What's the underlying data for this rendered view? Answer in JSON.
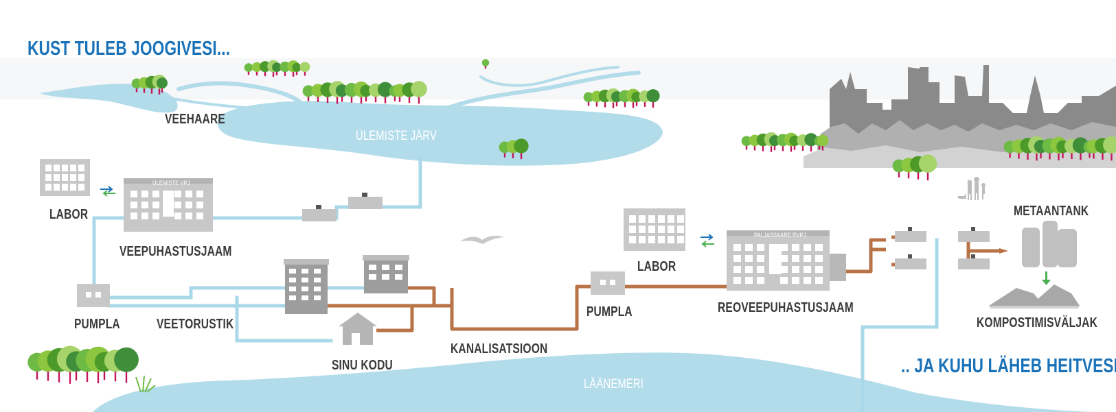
{
  "titles": {
    "top": "KUST TULEB JOOGIVESI...",
    "bottom": ".. JA KUHU LÄHEB HEITVESI?"
  },
  "labels": {
    "veehaare": "VEEHAARE",
    "ulemiste_jarv": "ÜLEMISTE JÄRV",
    "labor_left": "LABOR",
    "veepuhastusjaam": "VEEPUHASTUSJAAM",
    "pumpla_left": "PUMPLA",
    "veetorustik": "VEETORUSTIK",
    "sinu_kodu": "SINU KODU",
    "kanalisatsioon": "KANALISATSIOON",
    "pumpla_mid": "PUMPLA",
    "labor_right": "LABOR",
    "reoveepuhastusjaam": "REOVEEPUHASTUSJAAM",
    "metaantank": "METAANTANK",
    "kompostimisvaljak": "KOMPOSTIMISVÄLJAK",
    "laanemeri": "LÄÄNEMERI"
  },
  "building_names": {
    "ulemiste_vpj": "ÜLEMISTE VPJ",
    "paljassaare_rvpj": "PALJASSAARE RVPJ"
  },
  "colors": {
    "water": "#b3dceb",
    "clean_pipe": "#a9d8e8",
    "sewage_pipe": "#b87346",
    "building": "#c8c8c8",
    "window": "#ffffff",
    "skyline": "#8a8a8a",
    "tree_green": "#6dba45",
    "title_blue": "#1a72b8",
    "text_dark": "#3a3a3a"
  }
}
